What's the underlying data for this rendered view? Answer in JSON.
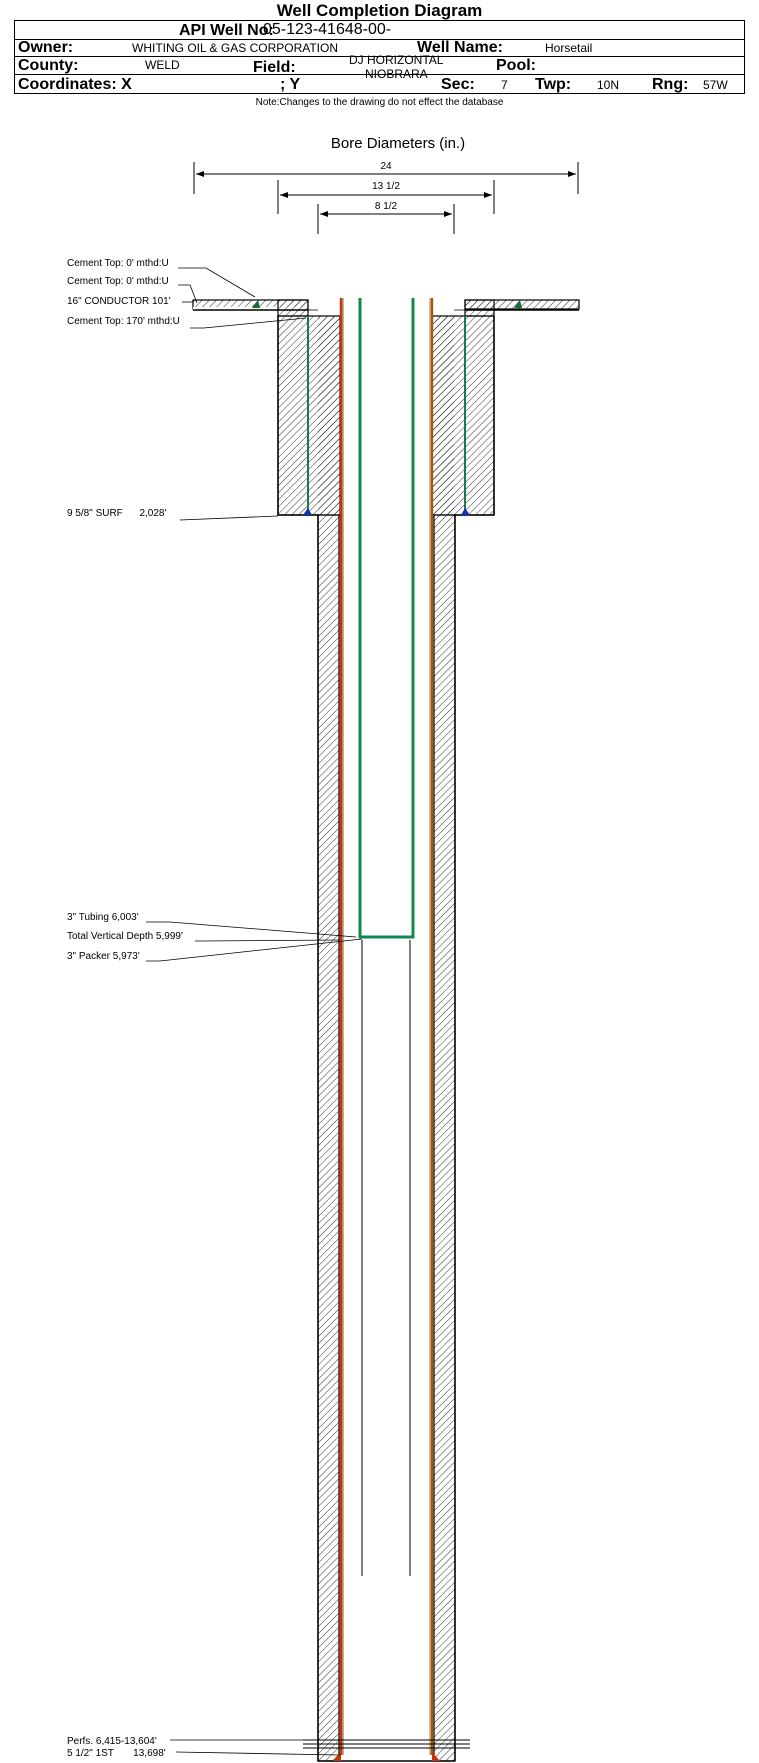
{
  "header": {
    "title": "Well Completion Diagram",
    "api_label": "API Well No:",
    "api_value": "05-123-41648-00-",
    "owner_label": "Owner:",
    "owner_value": "WHITING OIL & GAS CORPORATION",
    "well_name_label": "Well Name:",
    "well_name_value": "Horsetail",
    "county_label": "County:",
    "county_value": "WELD",
    "field_label": "Field:",
    "field_value_1": "DJ HORIZONTAL",
    "field_value_2": "NIOBRARA",
    "pool_label": "Pool:",
    "coord_label": "Coordinates: X",
    "coord_y_label": "; Y",
    "sec_label": "Sec:",
    "sec_value": "7",
    "twp_label": "Twp:",
    "twp_value": "10N",
    "rng_label": "Rng:",
    "rng_value": "57W",
    "note": "Note:Changes to the drawing do not effect the database"
  },
  "bore": {
    "title": "Bore Diameters (in.)",
    "dims": [
      "24",
      "13 1/2",
      "8 1/2"
    ]
  },
  "labels": {
    "cement_top_1": "Cement Top: 0' mthd:U",
    "cement_top_2": "Cement Top: 0' mthd:U",
    "conductor": "16\" CONDUCTOR  101'",
    "cement_top_3": "Cement Top: 170' mthd:U",
    "surf": "9 5/8\" SURF      2,028'",
    "tubing": "3\" Tubing 6,003'",
    "tvd": "Total Vertical Depth 5,999'",
    "packer": "3\" Packer 5,973'",
    "perfs": "Perfs. 6,415-13,604'",
    "first": "5 1/2\" 1ST       13,698'"
  },
  "colors": {
    "surface_casing": "#1a7a4a",
    "tubing": "#12884e",
    "production_casing": "#cc3300",
    "production_casing_alt": "#9a5a10",
    "shoe": "#1030c0"
  }
}
